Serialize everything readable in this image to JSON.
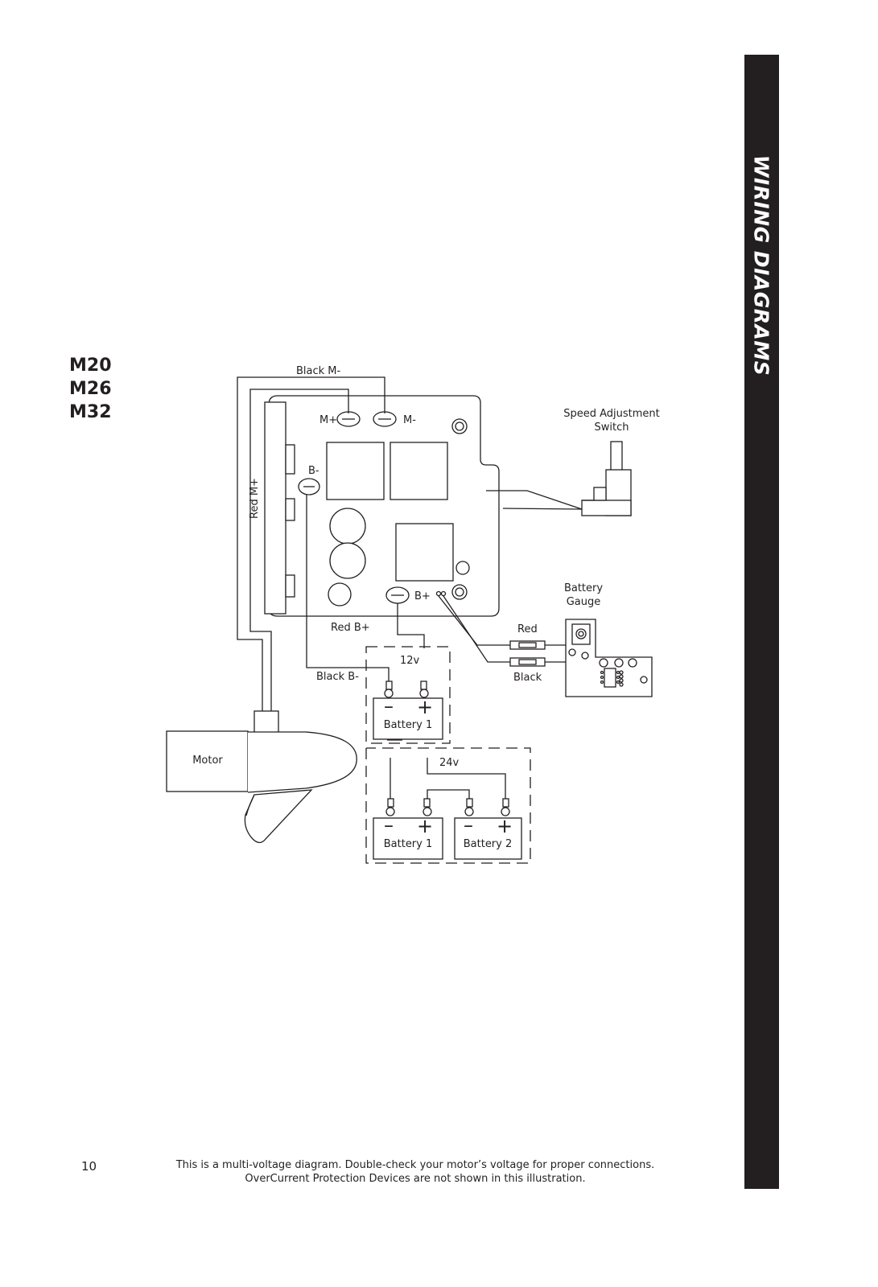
{
  "sidebar": {
    "title": "WIRING DIAGRAMS"
  },
  "models": [
    "M20",
    "M26",
    "M32"
  ],
  "page_number": "10",
  "footnote": {
    "line1": "This is a multi-voltage diagram. Double-check your motor’s voltage for proper connections.",
    "line2": "OverCurrent Protection Devices are not shown in this illustration."
  },
  "diagram": {
    "labels": {
      "black_m_minus": "Black M-",
      "m_plus": "M+",
      "m_minus": "M-",
      "b_minus": "B-",
      "b_plus": "B+",
      "red_m_plus": "Red M+",
      "red_b_plus": "Red B+",
      "black_b_minus": "Black B-",
      "speed_switch_1": "Speed Adjustment",
      "speed_switch_2": "Switch",
      "battery_gauge_1": "Battery",
      "battery_gauge_2": "Gauge",
      "red": "Red",
      "black": "Black",
      "v12": "12v",
      "v24": "24v",
      "battery_1": "Battery 1",
      "battery_2": "Battery 2",
      "motor": "Motor",
      "minus": "–",
      "plus": "+"
    }
  }
}
